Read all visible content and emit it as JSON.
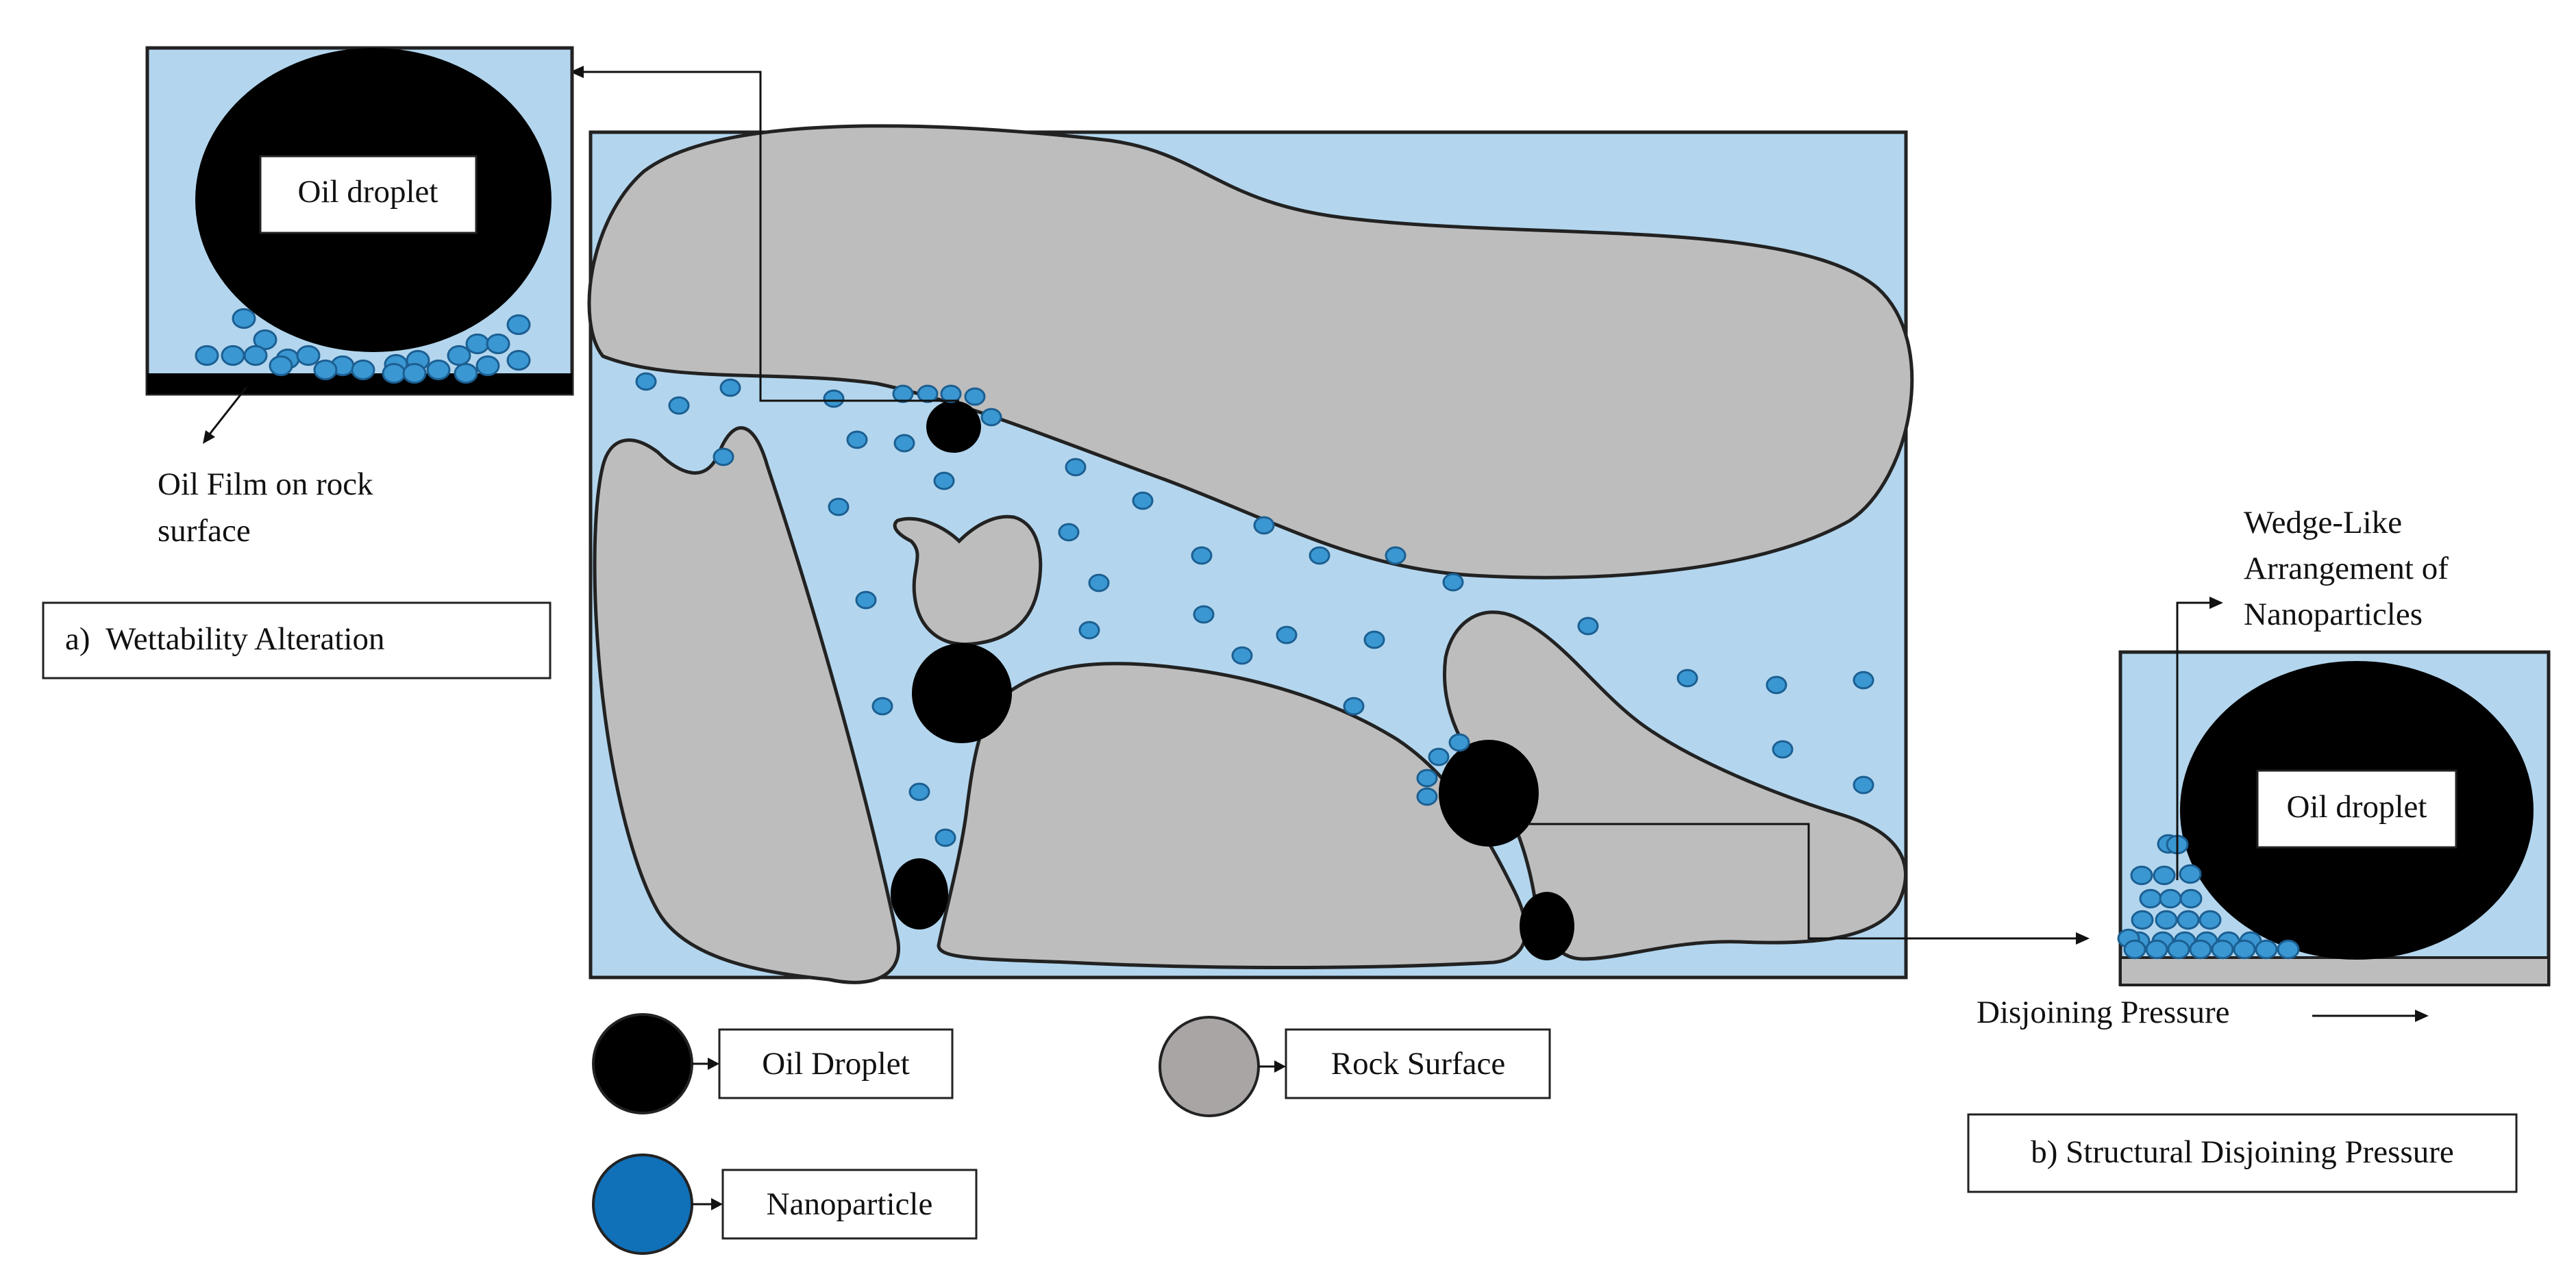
{
  "colors": {
    "water": "#b3d6ee",
    "rock": "#bdbdbd",
    "rock_legend": "#aaa5a5",
    "oil": "#000000",
    "nanoparticle": "#3a97d1",
    "nanoparticle_outline": "#1c5f92",
    "nanoparticle_legend": "#1070b8",
    "border": "#222222"
  },
  "inset_a": {
    "droplet_label": "Oil droplet",
    "film_label_line1": "Oil Film on rock",
    "film_label_line2": "surface",
    "caption": "a)  Wettability Alteration"
  },
  "inset_b": {
    "droplet_label": "Oil droplet",
    "wedge_label_line1": "Wedge-Like",
    "wedge_label_line2": "Arrangement of",
    "wedge_label_line3": "Nanoparticles",
    "pressure_label": "Disjoining Pressure",
    "caption": "b) Structural Disjoining Pressure"
  },
  "legend": {
    "oil": "Oil Droplet",
    "rock": "Rock Surface",
    "nano": "Nanoparticle"
  }
}
